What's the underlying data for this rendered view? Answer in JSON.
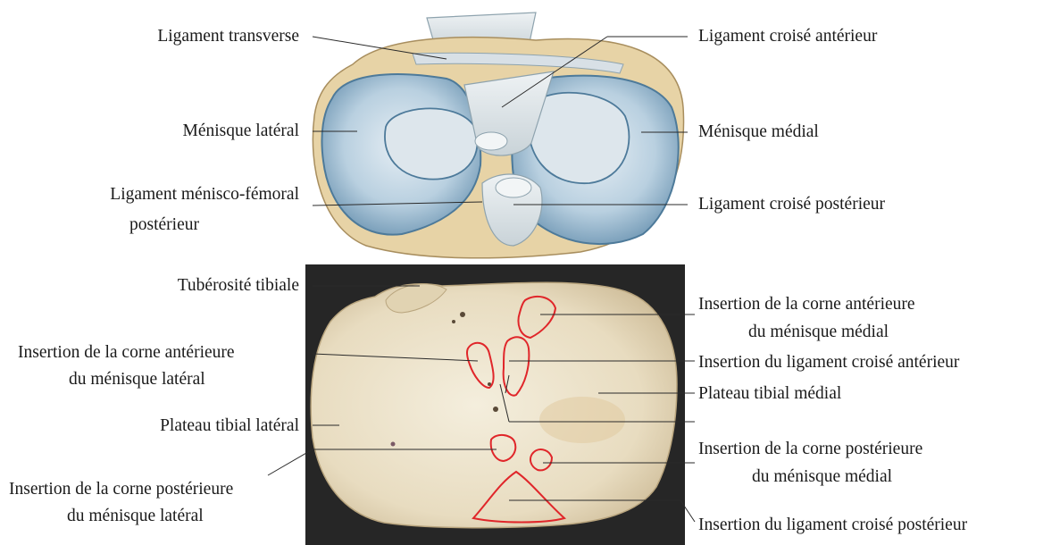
{
  "top_figure": {
    "left_labels": {
      "ligament_transverse": "Ligament transverse",
      "menisque_lateral": "Ménisque latéral",
      "ligament_menisco_femoral_line1": "Ligament ménisco-fémoral",
      "ligament_menisco_femoral_line2": "postérieur"
    },
    "right_labels": {
      "ligament_croise_anterieur": "Ligament croisé antérieur",
      "menisque_medial": "Ménisque médial",
      "ligament_croise_posterieur": "Ligament croisé postérieur"
    }
  },
  "bottom_figure": {
    "left_labels": {
      "tuberosite_tibiale": "Tubérosité tibiale",
      "corne_ant_lat_line1": "Insertion de la corne antérieure",
      "corne_ant_lat_line2": "du ménisque latéral",
      "plateau_lateral": "Plateau tibial latéral",
      "corne_post_lat_line1": "Insertion de la corne postérieure",
      "corne_post_lat_line2": "du ménisque latéral"
    },
    "right_labels": {
      "corne_ant_med_line1": "Insertion de la corne antérieure",
      "corne_ant_med_line2": "du ménisque médial",
      "lca_insertion": "Insertion du ligament croisé antérieur",
      "plateau_medial": "Plateau tibial médial",
      "corne_post_med_line1": "Insertion de la corne postérieure",
      "corne_post_med_line2": "du ménisque médial",
      "lcp_insertion": "Insertion du ligament croisé postérieur"
    }
  },
  "colors": {
    "background": "#ffffff",
    "photo_background": "#262626",
    "meniscus": "#b9d0e0",
    "meniscus_edge": "#4d7a9a",
    "cartilage": "#dde6ec",
    "tibia_capsule": "#e7d3a6",
    "bone": "#ece3cc",
    "insertion_outline": "#e0262a",
    "leader_line": "#2a2a2a"
  }
}
